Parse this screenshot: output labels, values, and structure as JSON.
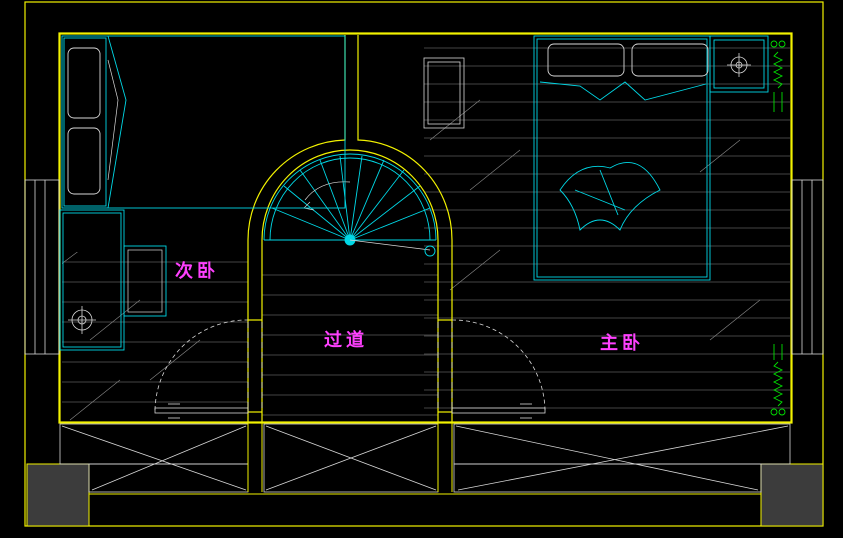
{
  "colors": {
    "background": "#000000",
    "wall": "#f2f200",
    "furniture": "#00d8e6",
    "floor_hatch": "#8a8a8a",
    "outline": "#d8d8d8",
    "label": "#ff40ff",
    "radiator": "#00e000",
    "column": "#3c3c3c"
  },
  "rooms": {
    "secondary_bedroom": "次卧",
    "corridor": "过道",
    "master_bedroom": "主卧"
  },
  "icons": {
    "lamp": "lamp-crosshair-icon",
    "radiator": "radiator-zigzag-icon",
    "stair": "spiral-stair-icon"
  }
}
